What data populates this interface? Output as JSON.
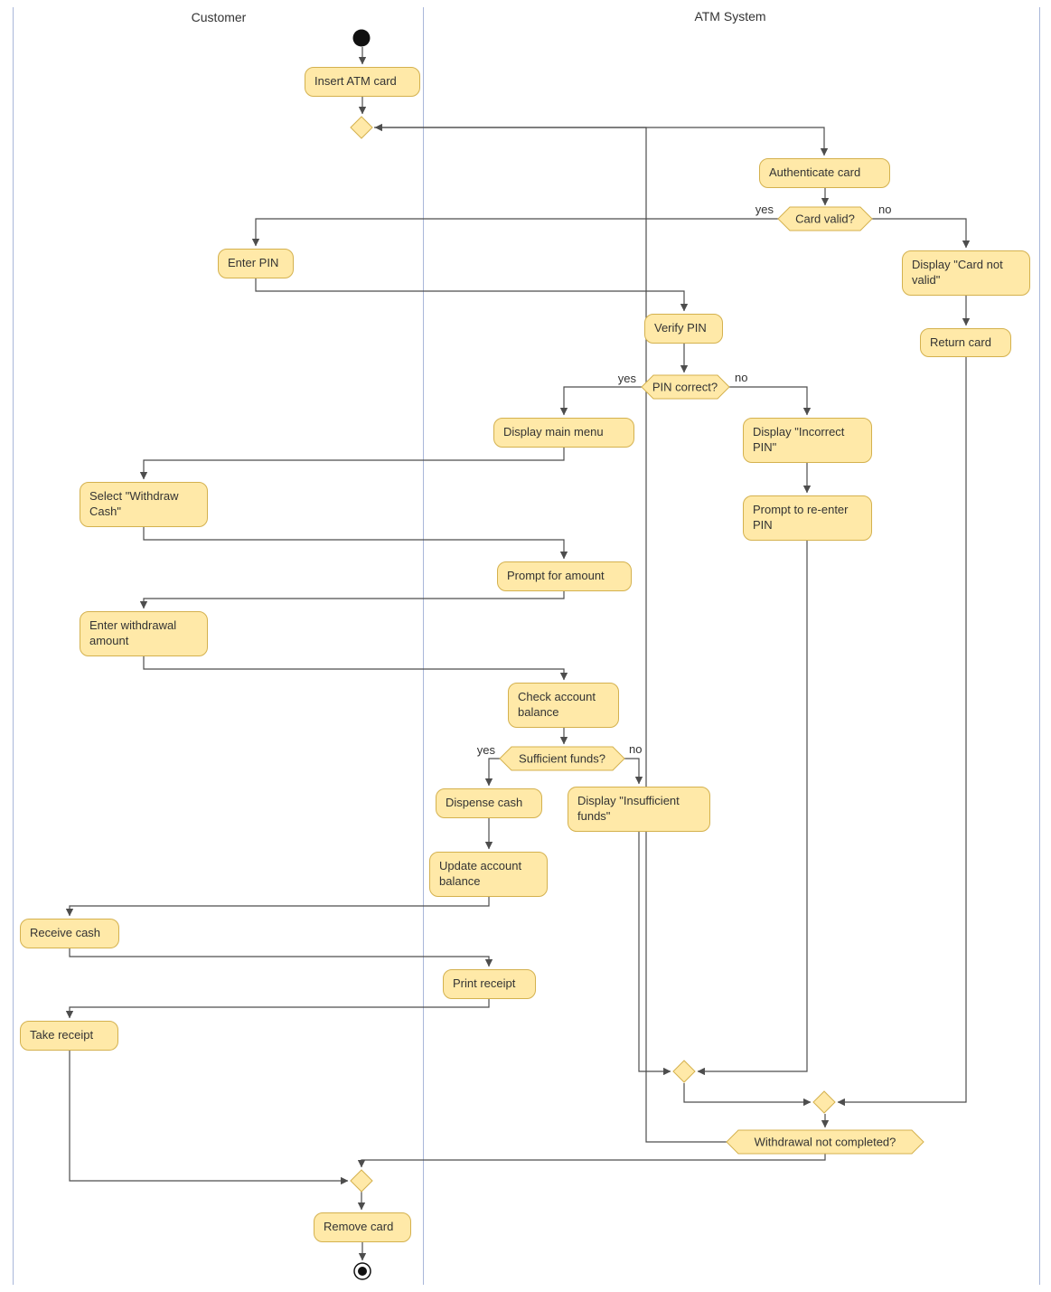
{
  "lanes": {
    "customer": "Customer",
    "atm_system": "ATM System"
  },
  "nodes": {
    "insert_atm_card": "Insert ATM card",
    "authenticate_card": "Authenticate card",
    "enter_pin": "Enter PIN",
    "display_card_not_valid": "Display \"Card not valid\"",
    "return_card": "Return card",
    "verify_pin": "Verify PIN",
    "display_main_menu": "Display main menu",
    "display_incorrect_pin": "Display \"Incorrect PIN\"",
    "prompt_reenter_pin": "Prompt to re-enter PIN",
    "select_withdraw_cash": "Select \"Withdraw Cash\"",
    "prompt_for_amount": "Prompt for amount",
    "enter_withdrawal_amount": "Enter withdrawal amount",
    "check_account_balance": "Check account balance",
    "dispense_cash": "Dispense cash",
    "display_insufficient_funds": "Display \"Insufficient funds\"",
    "update_account_balance": "Update account balance",
    "receive_cash": "Receive cash",
    "print_receipt": "Print receipt",
    "take_receipt": "Take receipt",
    "remove_card": "Remove card"
  },
  "decisions": {
    "card_valid": "Card valid?",
    "pin_correct": "PIN correct?",
    "sufficient_funds": "Sufficient funds?",
    "withdrawal_not_completed": "Withdrawal not completed?"
  },
  "edge_labels": {
    "card_valid_yes": "yes",
    "card_valid_no": "no",
    "pin_correct_yes": "yes",
    "pin_correct_no": "no",
    "sufficient_funds_yes": "yes",
    "sufficient_funds_no": "no"
  },
  "colors": {
    "node_fill": "#ffe9a8",
    "node_border": "#d4b14e",
    "edge": "#4d4d4d",
    "lane_line": "#a9b7d9",
    "text": "#333333"
  }
}
